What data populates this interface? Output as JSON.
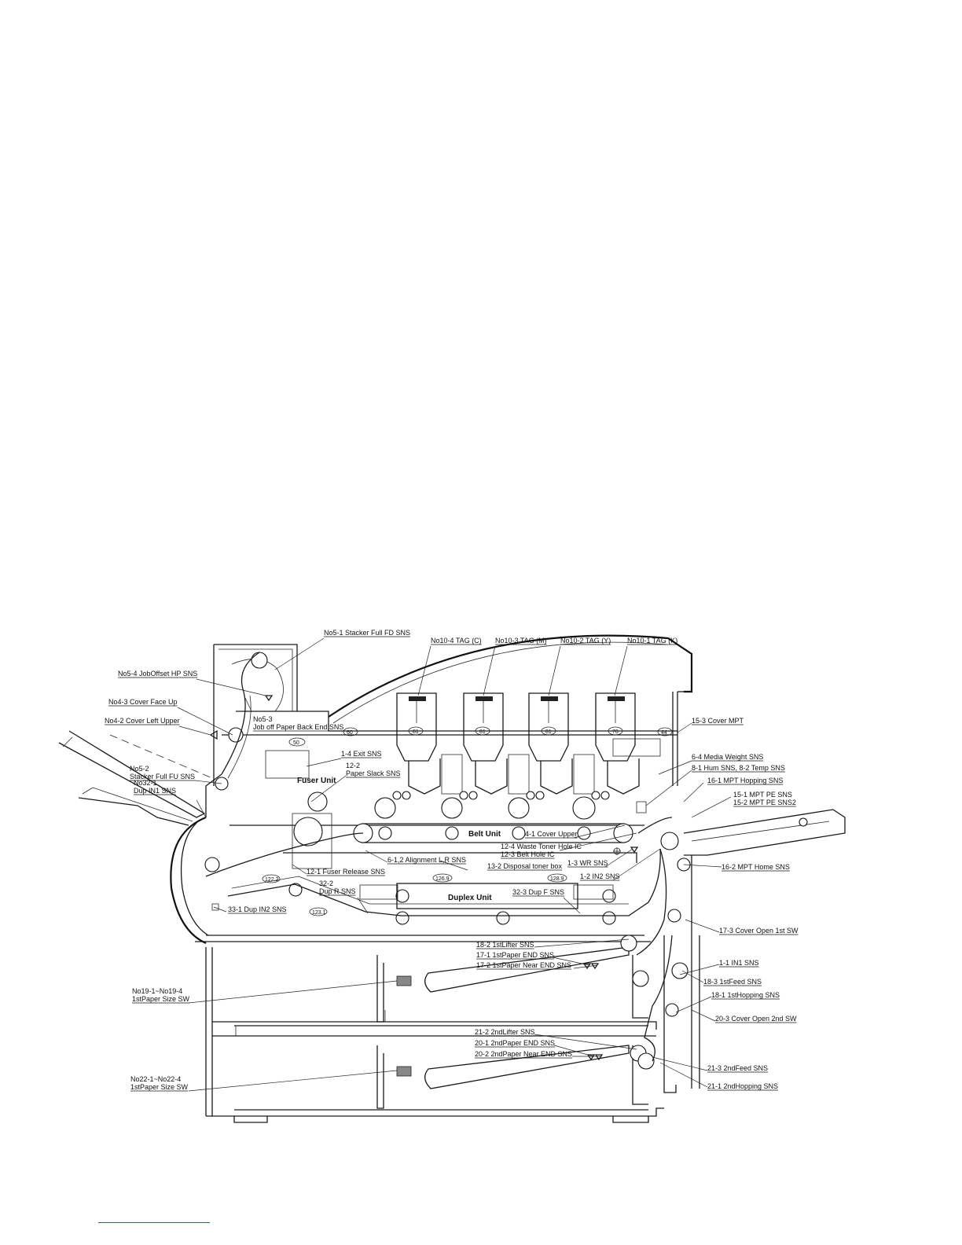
{
  "labels": [
    {
      "id": "no5_1",
      "lines": [
        "No5-1 Stacker Full FD SNS"
      ]
    },
    {
      "id": "no10_4",
      "lines": [
        "No10-4 TAG (C)"
      ]
    },
    {
      "id": "no10_3",
      "lines": [
        "No10-3 TAG (M)"
      ]
    },
    {
      "id": "no10_2",
      "lines": [
        "No10-2 TAG (Y)"
      ]
    },
    {
      "id": "no10_1",
      "lines": [
        "No10-1 TAG (K)"
      ]
    },
    {
      "id": "no5_4",
      "lines": [
        "No5-4 JobOffset HP SNS"
      ]
    },
    {
      "id": "no4_3",
      "lines": [
        "No4-3 Cover Face Up"
      ]
    },
    {
      "id": "no4_2",
      "lines": [
        "No4-2 Cover Left Upper"
      ]
    },
    {
      "id": "no5_3",
      "lines": [
        "No5-3",
        "Job off Paper Back End SNS"
      ]
    },
    {
      "id": "c15_3",
      "lines": [
        "15-3 Cover MPT"
      ]
    },
    {
      "id": "c1_4",
      "lines": [
        "1-4 Exit SNS"
      ]
    },
    {
      "id": "c12_2",
      "lines": [
        "12-2",
        "Paper Slack SNS"
      ]
    },
    {
      "id": "no5_2",
      "lines": [
        "No5-2",
        "Stacker Full FU SNS"
      ]
    },
    {
      "id": "no32_1",
      "lines": [
        "No32-1",
        "Dup IN1 SNS"
      ]
    },
    {
      "id": "c6_4",
      "lines": [
        "6-4 Media Weight SNS"
      ]
    },
    {
      "id": "c8_1",
      "lines": [
        "8-1 Hum SNS, 8-2 Temp SNS"
      ]
    },
    {
      "id": "c16_1",
      "lines": [
        "16-1 MPT Hopping SNS"
      ]
    },
    {
      "id": "c15_1",
      "lines": [
        "15-1 MPT PE SNS",
        "15-2 MPT PE SNS2"
      ]
    },
    {
      "id": "c4_1",
      "lines": [
        "4-1 Cover Upper"
      ]
    },
    {
      "id": "c12_4",
      "lines": [
        "12-4 Waste Toner Hole IC",
        "12-3 Belt Hole IC"
      ]
    },
    {
      "id": "c6_12",
      "lines": [
        "6-1,2 Alignment L,R SNS"
      ]
    },
    {
      "id": "c13_2",
      "lines": [
        "13-2 Disposal toner box"
      ]
    },
    {
      "id": "c1_3",
      "lines": [
        "1-3 WR SNS"
      ]
    },
    {
      "id": "c16_2",
      "lines": [
        "16-2 MPT Home SNS"
      ]
    },
    {
      "id": "c12_1",
      "lines": [
        "12-1 Fuser Release SNS"
      ]
    },
    {
      "id": "c1_2",
      "lines": [
        "1-2 IN2 SNS"
      ]
    },
    {
      "id": "c32_2",
      "lines": [
        "32-2",
        "Dup R SNS"
      ]
    },
    {
      "id": "c32_3",
      "lines": [
        "32-3 Dup F SNS"
      ]
    },
    {
      "id": "c33_1",
      "lines": [
        "33-1 Dup IN2 SNS"
      ]
    },
    {
      "id": "c17_3",
      "lines": [
        "17-3 Cover Open 1st SW"
      ]
    },
    {
      "id": "c18_2",
      "lines": [
        "18-2 1stLifter SNS"
      ]
    },
    {
      "id": "c17_1",
      "lines": [
        "17-1 1stPaper END SNS"
      ]
    },
    {
      "id": "c17_2",
      "lines": [
        "17-2 1stPaper Near END SNS"
      ]
    },
    {
      "id": "c1_1",
      "lines": [
        "1-1 IN1 SNS"
      ]
    },
    {
      "id": "c18_3",
      "lines": [
        "18-3 1stFeed SNS"
      ]
    },
    {
      "id": "no19",
      "lines": [
        "No19-1~No19-4",
        "1stPaper Size SW"
      ]
    },
    {
      "id": "c18_1",
      "lines": [
        "18-1 1stHopping SNS"
      ]
    },
    {
      "id": "c20_3",
      "lines": [
        "20-3 Cover Open 2nd SW"
      ]
    },
    {
      "id": "c21_2",
      "lines": [
        "21-2 2ndLifter SNS"
      ]
    },
    {
      "id": "c20_1",
      "lines": [
        "20-1 2ndPaper END SNS"
      ]
    },
    {
      "id": "c20_2",
      "lines": [
        "20-2 2ndPaper Near END SNS"
      ]
    },
    {
      "id": "no22",
      "lines": [
        "No22-1~No22-4",
        "1stPaper Size SW"
      ]
    },
    {
      "id": "c21_3",
      "lines": [
        "21-3 2ndFeed SNS"
      ]
    },
    {
      "id": "c21_1",
      "lines": [
        "21-1 2ndHopping SNS"
      ]
    }
  ],
  "units": {
    "fuser": "Fuser Unit",
    "belt": "Belt Unit",
    "duplex": "Duplex Unit"
  },
  "numbers": {
    "n50": "50",
    "n60": "60",
    "n44": "44",
    "n81a": "81",
    "n81b": "81",
    "n81c": "81",
    "n76": "76",
    "n126_9": "126.9",
    "n128_9": "128.9",
    "n122_2": "122.2",
    "n123_1": "123.1"
  }
}
